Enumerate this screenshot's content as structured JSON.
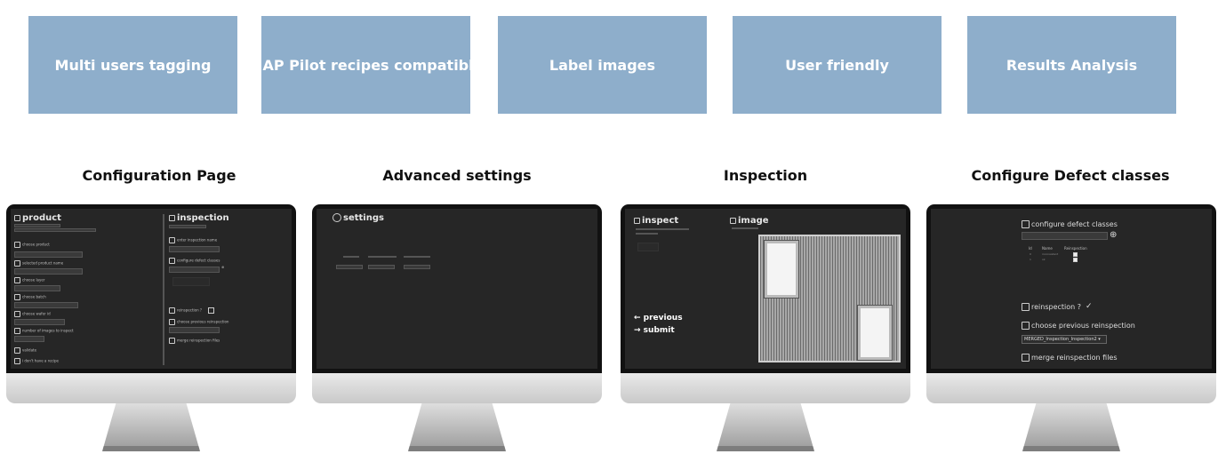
{
  "features": [
    "Multi users tagging",
    "MAP Pilot recipes compatible",
    "Label images",
    "User friendly",
    "Results Analysis"
  ],
  "captions": {
    "config": "Configuration Page",
    "advanced": "Advanced settings",
    "inspection": "Inspection",
    "defects": "Configure Defect classes"
  },
  "screen1": {
    "product_title": "product",
    "inspection_title": "inspection",
    "choose_product": "choose product",
    "selected_product_name": "selected product name",
    "choose_layer": "choose layer",
    "choose_batch": "choose batch",
    "choose_wafer_id": "choose wafer id",
    "number_of_images": "number of images to inspect",
    "validate": "validate",
    "no_recipe": "i don't have a recipe",
    "enter_inspection_name": "enter inspection name",
    "configure_defect_classes": "configure defect classes",
    "reinspection": "reinspection ?",
    "choose_previous_reinspection": "choose previous reinspection",
    "merge_reinspection_files": "merge reinspection files"
  },
  "screen2": {
    "settings_title": "settings"
  },
  "screen3": {
    "inspect_title": "inspect",
    "image_title": "image",
    "previous": "← previous",
    "submit": "→ submit"
  },
  "screen4": {
    "configure_defect_classes": "configure defect classes",
    "reinspection": "reinspection ?",
    "choose_previous_reinspection": "choose previous reinspection",
    "reinspection_select_value": "MERGED_Inspection_Inspection2",
    "merge_reinspection_files": "merge reinspection files",
    "table_headers": [
      "Id",
      "Name",
      "Reinspection"
    ],
    "table_rows": [
      [
        "0",
        "inconsistent"
      ],
      [
        "1",
        "ok"
      ]
    ]
  },
  "colors": {
    "feature_box": "#8eaecb",
    "screen_bg": "#262626",
    "bezel": "#111111"
  }
}
